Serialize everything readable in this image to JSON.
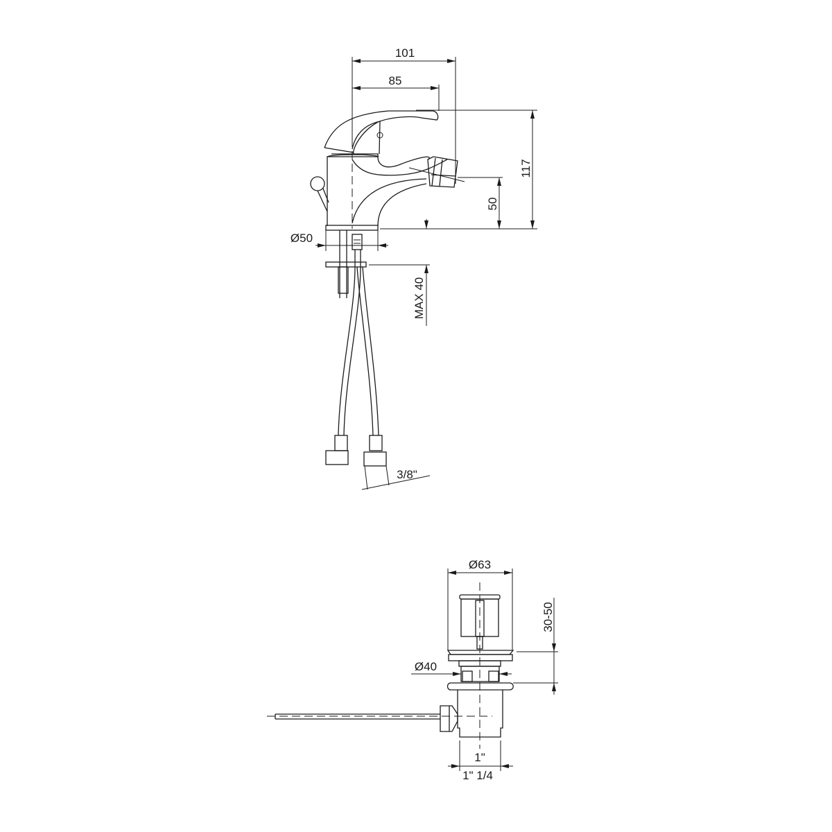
{
  "faucet": {
    "dims": {
      "overall_reach": "101",
      "spout_reach": "85",
      "height": "117",
      "outlet_height": "50",
      "base_diameter": "Ø50",
      "max_deck_thickness": "MAX 40",
      "hose_connection": "3/8\""
    }
  },
  "drain": {
    "dims": {
      "cap_diameter": "Ø63",
      "hole_diameter": "Ø40",
      "deck_thickness": "30-50",
      "thread_inner": "1\"",
      "thread_outer": "1\" 1/4"
    }
  },
  "colors": {
    "line": "#1a1a1a",
    "background": "#ffffff"
  }
}
